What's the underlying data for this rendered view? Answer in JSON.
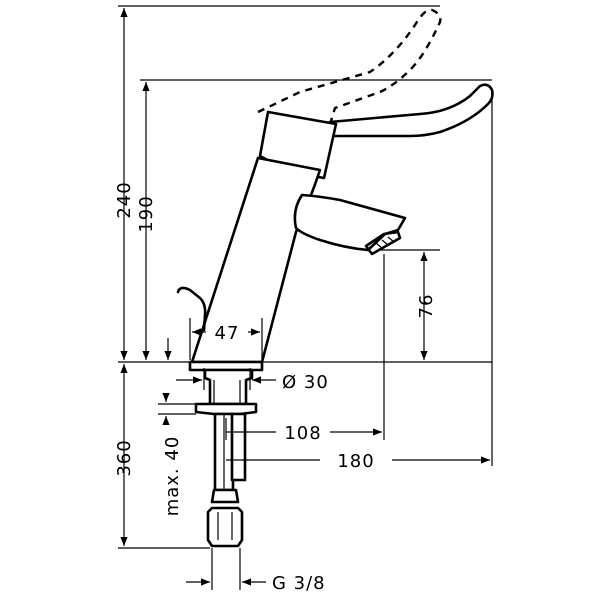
{
  "dimensions": {
    "total_height": "240",
    "body_height": "190",
    "spout_clearance": "76",
    "base_width": "47",
    "hole_diameter": "Ø 30",
    "spout_reach": "108",
    "lever_reach": "180",
    "tail_length": "360",
    "max_thickness": "max. 40",
    "connection_thread": "G 3/8"
  },
  "colors": {
    "line": "#000000",
    "background": "#ffffff"
  }
}
